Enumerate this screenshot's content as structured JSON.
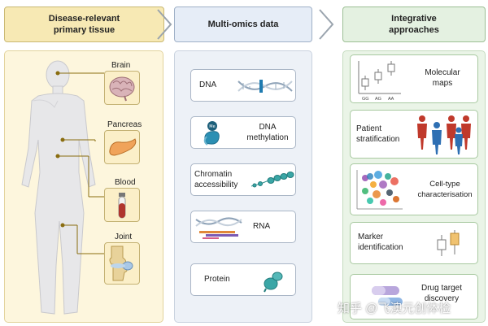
{
  "columns": {
    "tissue": {
      "title": "Disease-relevant primary tissue"
    },
    "omics": {
      "title": "Multi-omics data"
    },
    "approaches": {
      "title": "Integrative approaches"
    }
  },
  "tissues": [
    {
      "label": "Brain",
      "icon": "brain-icon"
    },
    {
      "label": "Pancreas",
      "icon": "pancreas-icon"
    },
    {
      "label": "Blood",
      "icon": "blood-tube-icon"
    },
    {
      "label": "Joint",
      "icon": "knee-joint-icon"
    }
  ],
  "omics": [
    {
      "label": "DNA",
      "icon": "dna-helix-icon"
    },
    {
      "label": "DNA methylation",
      "icon": "methylated-dna-icon"
    },
    {
      "label": "Chromatin accessibility",
      "icon": "nucleosome-icon"
    },
    {
      "label": "RNA",
      "icon": "rna-icon"
    },
    {
      "label": "Protein",
      "icon": "protein-icon"
    }
  ],
  "approaches": [
    {
      "label": "Molecular maps",
      "icon": "boxplot-icon",
      "axis_labels": [
        "GG",
        "AG",
        "AA"
      ]
    },
    {
      "label": "Patient stratification",
      "icon": "patients-icon"
    },
    {
      "label": "Cell-type characterisation",
      "icon": "tsne-clusters-icon"
    },
    {
      "label": "Marker identification",
      "icon": "marker-boxplot-icon"
    },
    {
      "label": "Drug target discovery",
      "icon": "capsules-icon"
    }
  ],
  "watermark": "知乎 @飞澳元创体检",
  "colors": {
    "tissue_header": "#f7e9b4",
    "omics_header": "#e6edf7",
    "approaches_header": "#e4f1e1"
  }
}
